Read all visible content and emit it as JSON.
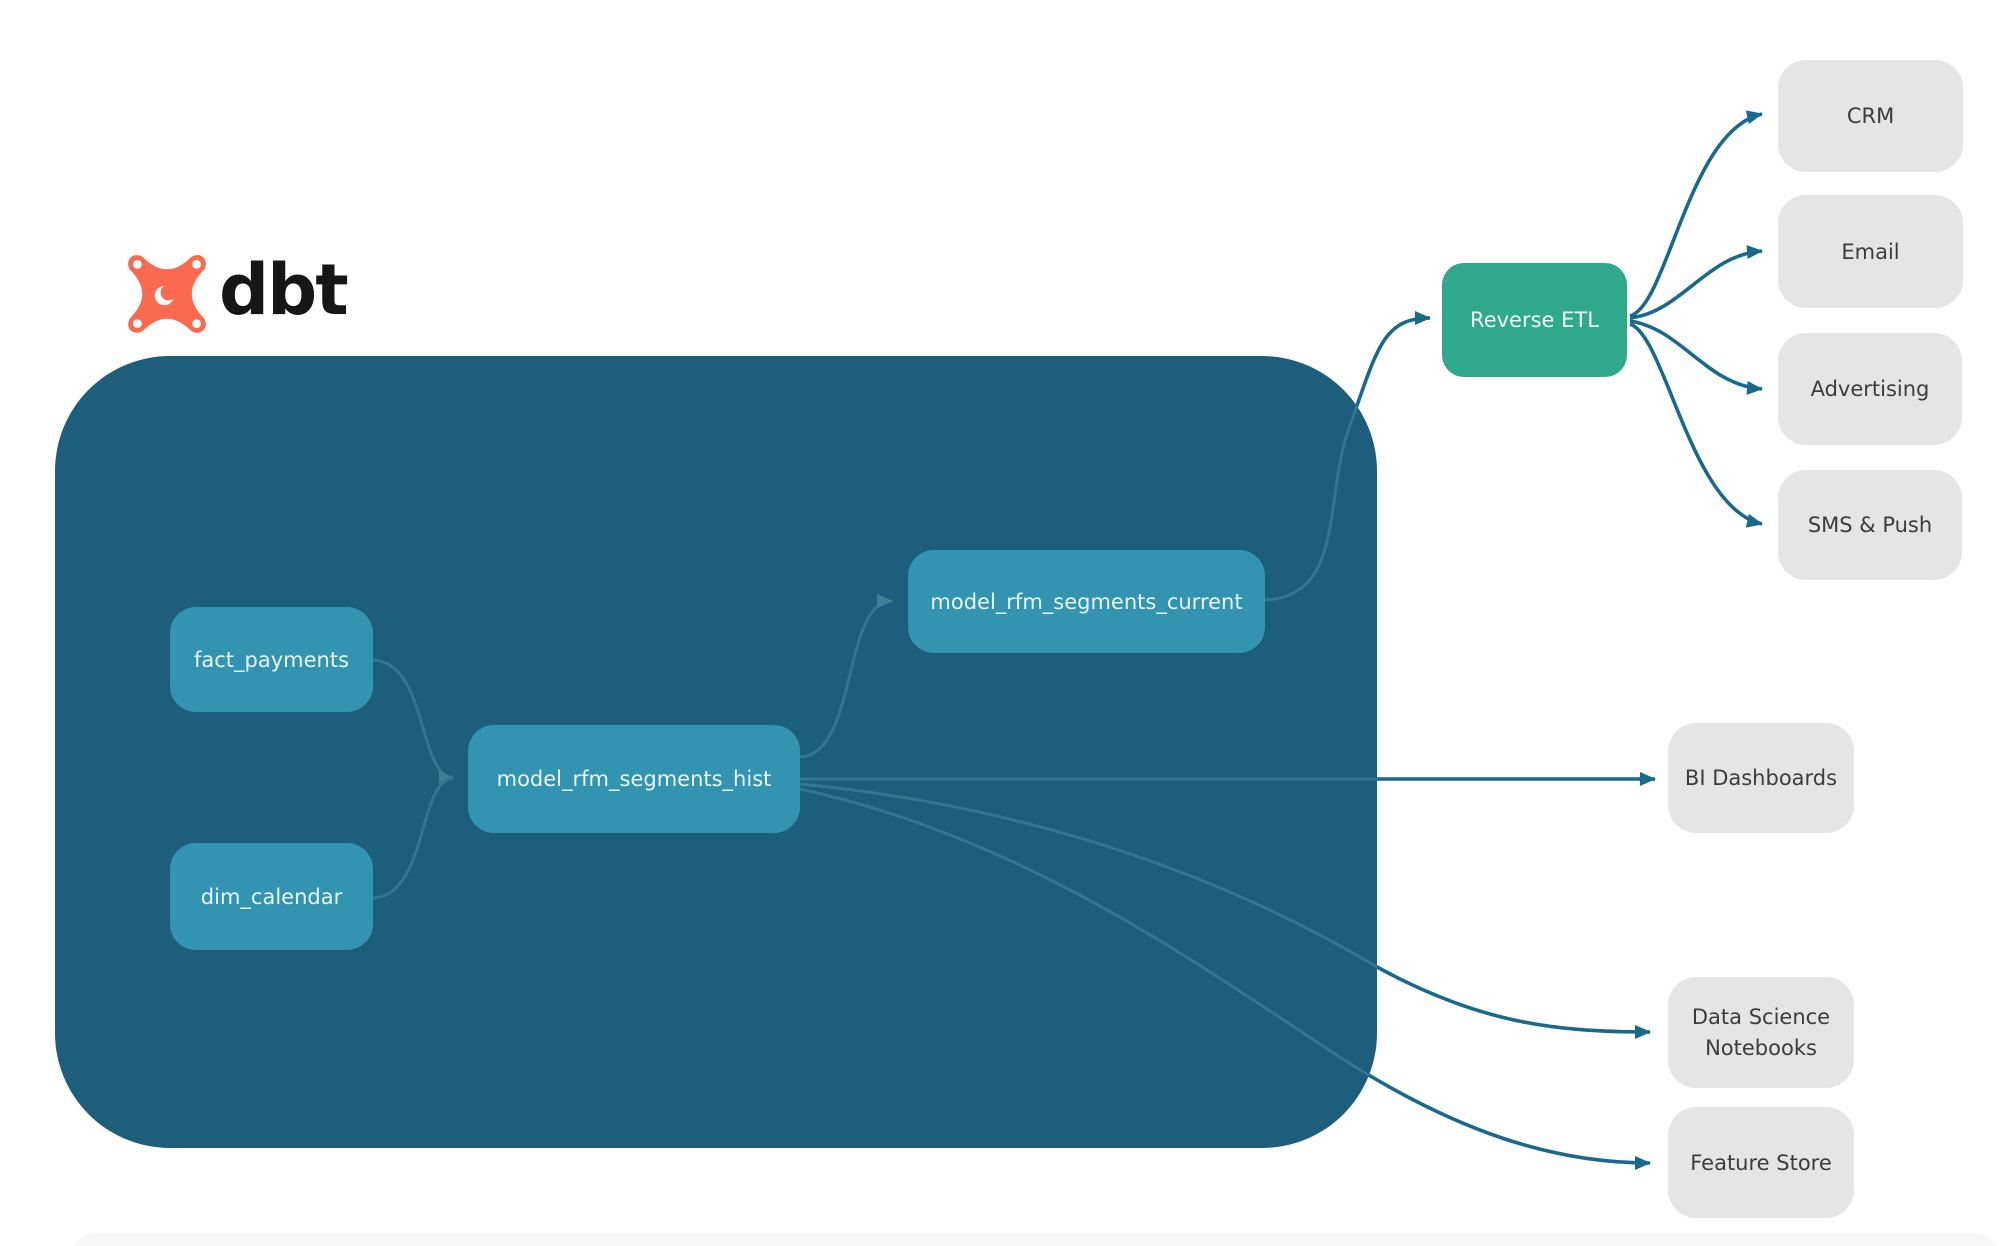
{
  "brand": {
    "name": "dbt"
  },
  "colors": {
    "brand_orange": "#FB6A4F",
    "warehouse_background": "#1E5E7D",
    "model_node": "#3294B1",
    "reverse_etl_node": "#2FA88B",
    "destination_node": "#E5E5E5",
    "edge_outside": "#19698C",
    "edge_inside": "#34768F"
  },
  "nodes": {
    "fact_payments": {
      "label": "fact_payments"
    },
    "dim_calendar": {
      "label": "dim_calendar"
    },
    "model_rfm_segments_hist": {
      "label": "model_rfm_segments_hist"
    },
    "model_rfm_segments_current": {
      "label": "model_rfm_segments_current"
    },
    "reverse_etl": {
      "label": "Reverse ETL"
    },
    "crm": {
      "label": "CRM"
    },
    "email": {
      "label": "Email"
    },
    "advertising": {
      "label": "Advertising"
    },
    "sms_push": {
      "label": "SMS & Push"
    },
    "bi_dashboards": {
      "label": "BI Dashboards"
    },
    "data_science_notebooks": {
      "label": "Data Science Notebooks"
    },
    "feature_store": {
      "label": "Feature Store"
    }
  }
}
